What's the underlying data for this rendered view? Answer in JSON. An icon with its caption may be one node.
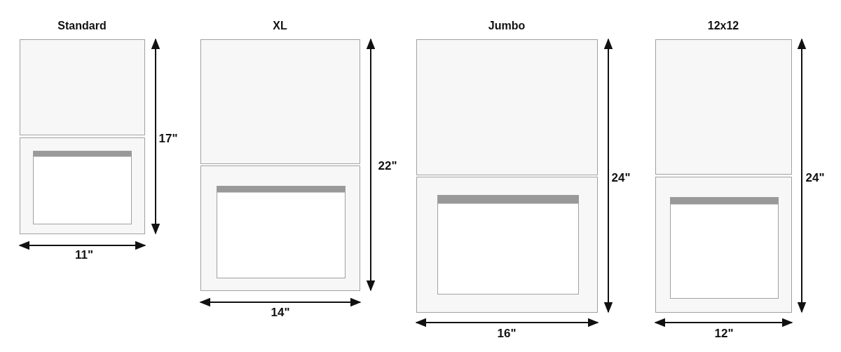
{
  "diagram": {
    "nodes": [
      {
        "text": [
          "Standard"
        ]
      },
      {
        "text": [
          "XL"
        ]
      },
      {
        "text": [
          "Jumbo"
        ]
      },
      {
        "text": [
          "12x12"
        ]
      }
    ],
    "labels": [
      "17\"",
      "11\"",
      "22\"",
      "14\"",
      "24\"",
      "16\"",
      "24\"",
      "12\""
    ]
  }
}
